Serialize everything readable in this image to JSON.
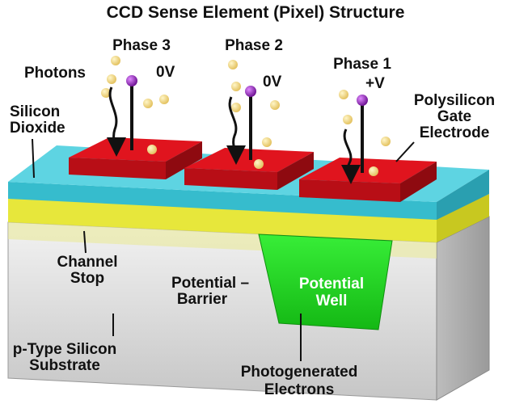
{
  "title": "CCD Sense Element (Pixel) Structure",
  "phases": [
    {
      "name": "Phase 3",
      "voltage": "0V"
    },
    {
      "name": "Phase 2",
      "voltage": "0V"
    },
    {
      "name": "Phase 1",
      "voltage": "+V"
    }
  ],
  "labels": {
    "photons": "Photons",
    "silicon_dioxide_line1": "Silicon",
    "silicon_dioxide_line2": "Dioxide",
    "gate_line1": "Polysilicon",
    "gate_line2": "Gate",
    "gate_line3": "Electrode",
    "channel_stop_line1": "Channel",
    "channel_stop_line2": "Stop",
    "barrier_line1": "Potential –",
    "barrier_line2": "Barrier",
    "well_line1": "Potential",
    "well_line2": "Well",
    "substrate_line1": "p-Type Silicon",
    "substrate_line2": "Substrate",
    "electrons_line1": "Photogenerated",
    "electrons_line2": "Electrons"
  },
  "colors": {
    "oxide": "#3fc2d2",
    "gate": "#e0141e",
    "channel_stop": "#e8e832",
    "substrate": "#d6d6d6",
    "well": "#22dd22",
    "photon": "#f0d278",
    "contact": "#9a1fc0"
  }
}
